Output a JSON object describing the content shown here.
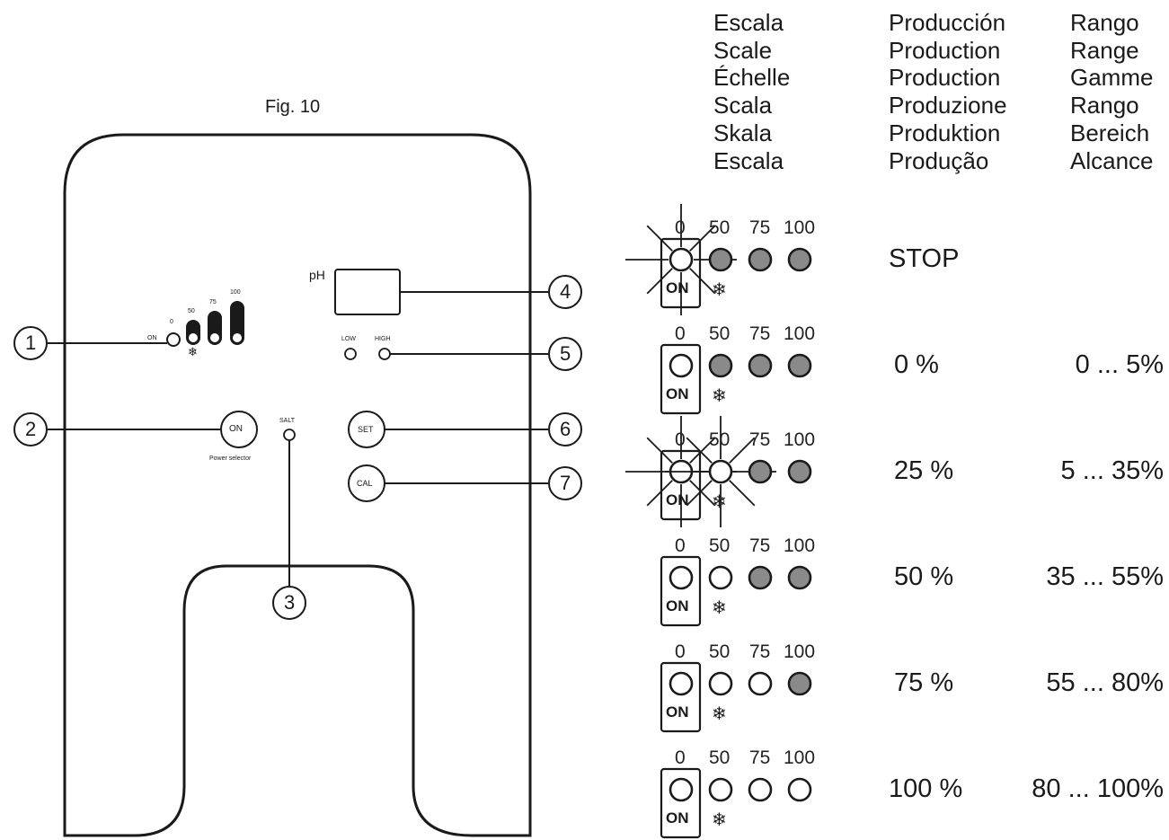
{
  "figure": {
    "title": "Fig. 10"
  },
  "panel": {
    "ph_label": "pH",
    "on_led_label": "ON",
    "bar_scale": [
      "0",
      "50",
      "75",
      "100"
    ],
    "snowflake": "❄",
    "low_label": "LOW",
    "high_label": "HIGH",
    "on_button_label": "ON",
    "power_selector_label": "Power selector",
    "salt_label": "SALT",
    "set_button_label": "SET",
    "cal_button_label": "CAL",
    "callouts": [
      "1",
      "2",
      "3",
      "4",
      "5",
      "6",
      "7"
    ]
  },
  "table": {
    "headers": {
      "scale": [
        "Escala",
        "Scale",
        "Échelle",
        "Scala",
        "Skala",
        "Escala"
      ],
      "production": [
        "Producción",
        "Production",
        "Production",
        "Produzione",
        "Produktion",
        "Produção"
      ],
      "range": [
        "Rango",
        "Range",
        "Gamme",
        "Rango",
        "Bereich",
        "Alcance"
      ]
    },
    "scale_labels": [
      "0",
      "50",
      "75",
      "100"
    ],
    "on_label": "ON",
    "snowflake": "❄",
    "rows": [
      {
        "production": "STOP",
        "range": "",
        "leds": [
          "blink",
          "filled",
          "filled",
          "filled"
        ]
      },
      {
        "production": "0 %",
        "range": "0 ... 5%",
        "leds": [
          "open",
          "filled",
          "filled",
          "filled"
        ]
      },
      {
        "production": "25 %",
        "range": "5 ... 35%",
        "leds": [
          "blink",
          "blink",
          "filled",
          "filled"
        ]
      },
      {
        "production": "50 %",
        "range": "35 ... 55%",
        "leds": [
          "open",
          "open",
          "filled",
          "filled"
        ]
      },
      {
        "production": "75 %",
        "range": "55 ... 80%",
        "leds": [
          "open",
          "open",
          "open",
          "filled"
        ]
      },
      {
        "production": "100 %",
        "range": "80 ... 100%",
        "leds": [
          "open",
          "open",
          "open",
          "open"
        ]
      }
    ]
  },
  "colors": {
    "line": "#1a1a1a",
    "led_filled": "#8a8a8a"
  }
}
